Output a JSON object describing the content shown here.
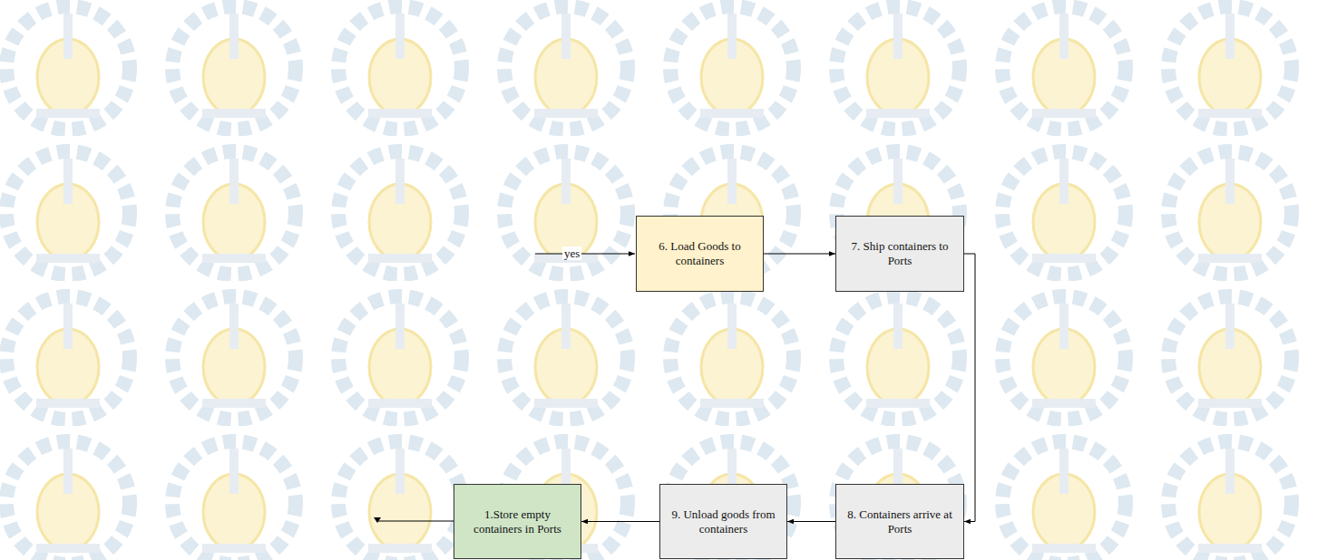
{
  "diagram": {
    "nodes": [
      {
        "text": [
          "6. Load Goods to containers"
        ]
      },
      {
        "text": [
          "7. Ship containers to Ports"
        ]
      },
      {
        "text": [
          "8. Containers arrive at Ports"
        ]
      },
      {
        "text": [
          "9. Unload goods from containers"
        ]
      },
      {
        "text": [
          "1.Store empty containers in Ports"
        ]
      }
    ],
    "edges": [
      {
        "from": 0,
        "to": 1,
        "arrow": "to"
      },
      {
        "from": 1,
        "to": 2,
        "arrow": "to"
      },
      {
        "from": 2,
        "to": 3,
        "arrow": "to"
      },
      {
        "from": 3,
        "to": 4,
        "arrow": "to"
      }
    ],
    "labels": [
      "yes"
    ]
  }
}
